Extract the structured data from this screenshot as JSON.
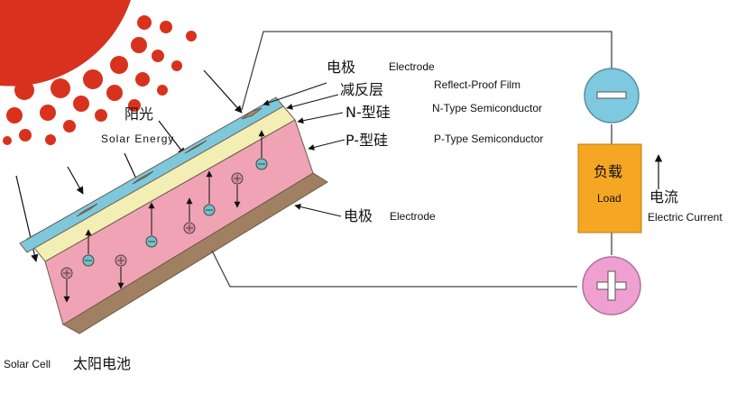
{
  "labels": {
    "solar_cn": "阳光",
    "solar_en": "Solar Energy",
    "electrode_top_cn": "电极",
    "electrode_top_en": "Electrode",
    "reflect_cn": "减反层",
    "reflect_en": "Reflect-Proof Film",
    "ntype_cn": "N-型硅",
    "ntype_en": "N-Type Semiconductor",
    "ptype_cn": "P-型硅",
    "ptype_en": "P-Type Semiconductor",
    "electrode_bottom_cn": "电极",
    "electrode_bottom_en": "Electrode",
    "load_cn": "负载",
    "load_en": "Load",
    "current_cn": "电流",
    "current_en": "Electric Current",
    "cell_en": "Solar Cell",
    "cell_cn": "太阳电池",
    "minus_symbol": "−",
    "plus_symbol": "+"
  },
  "colors": {
    "sun": "#d8321e",
    "anti_reflect": "#7ec8dc",
    "n_layer": "#f2eeb4",
    "p_layer": "#f0a3b4",
    "base_electrode": "#a08060",
    "top_electrode": "#a88566",
    "minus_terminal": "#7ec8e0",
    "plus_terminal": "#f0a0d0",
    "load_box": "#f5a623",
    "wire": "#444444"
  }
}
